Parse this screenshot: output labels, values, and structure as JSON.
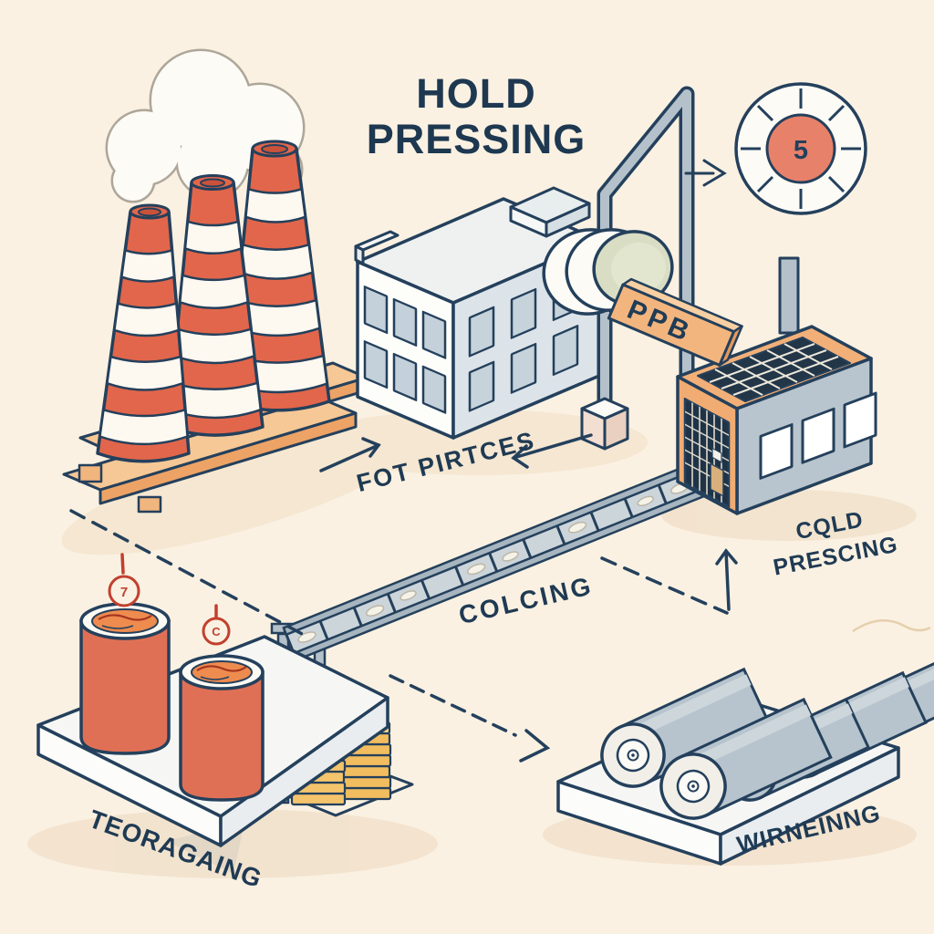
{
  "scene": {
    "title_line1": "HOLD",
    "title_line2": "PRESSING"
  },
  "labels": {
    "hot_pieces": "FOT PIRTCES",
    "cooling": "COLCING",
    "cold_line1": "CQLD",
    "cold_line2": "PRESCING",
    "storage": "TEORAGAING",
    "winding": "WIRNEINNG"
  },
  "press_machine": {
    "badge": "PPB"
  },
  "gauge": {
    "value": "5"
  },
  "pot_markers": [
    {
      "glyph": "7"
    },
    {
      "glyph": "C"
    }
  ],
  "colors": {
    "background": "#faf1e2",
    "ink": "#24405c",
    "chimney_red": "#e2664b",
    "gauge_red": "#e8816a",
    "marker_red": "#c2402e",
    "machine_orange": "#f2b078",
    "wood": "#f6c896",
    "gold": "#f4c46c",
    "steel_gray": "#b7c4cd"
  }
}
